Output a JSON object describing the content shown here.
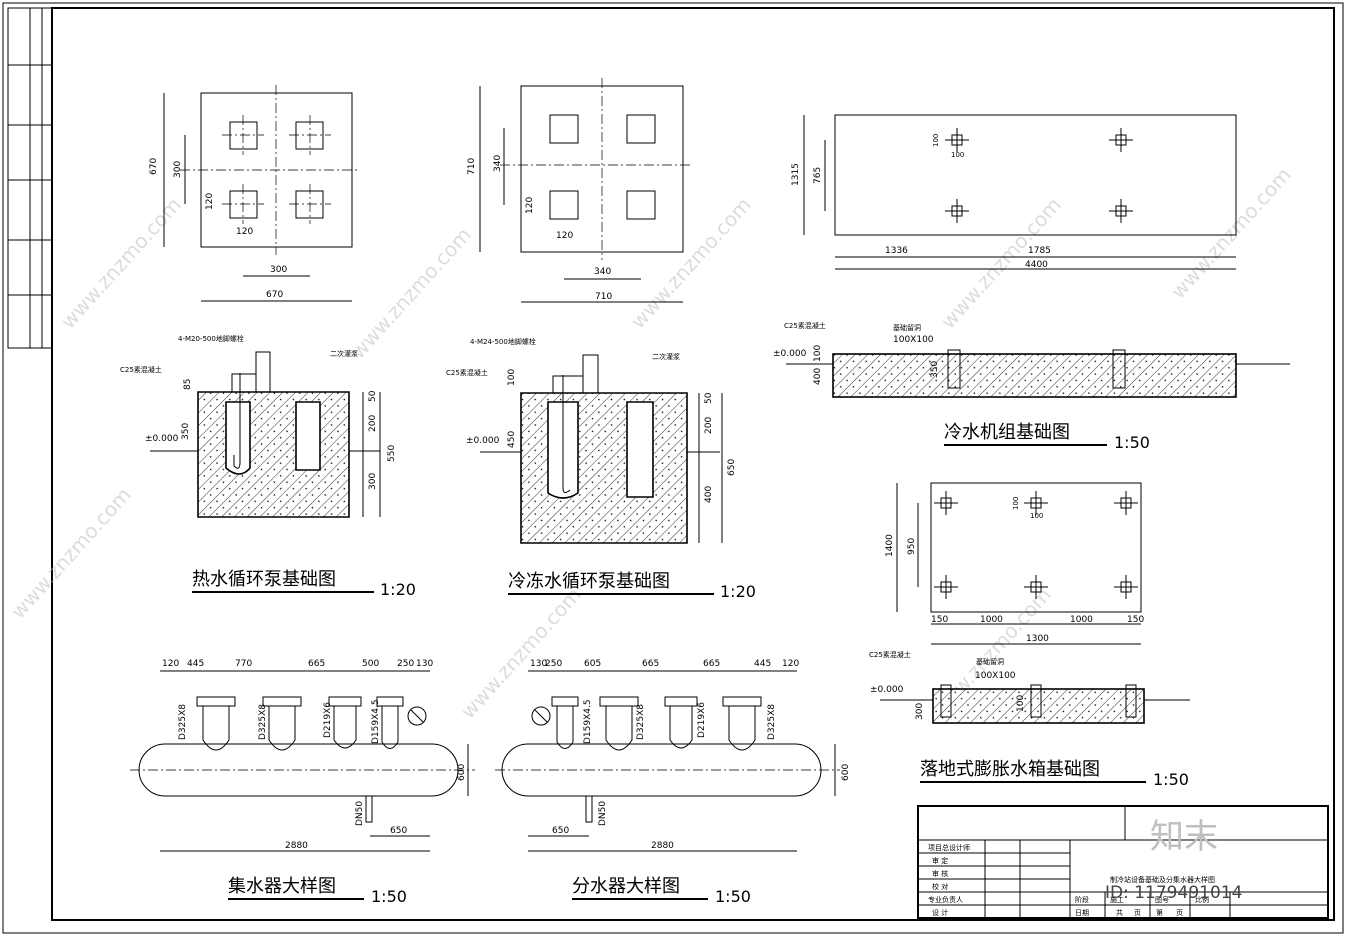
{
  "sheet": {
    "title_block": {
      "rows": [
        "项目总设计师",
        "审  定",
        "审  核",
        "校  对",
        "专业负责人",
        "设  计"
      ],
      "drawing_name": "制冷站设备基础及分集水器大样图",
      "labels": [
        "阶段",
        "施工",
        "图号",
        "比例",
        "日期",
        "共",
        "页",
        "第",
        "页"
      ]
    },
    "watermark": {
      "brand": "知末",
      "site": "www.znzmo.com",
      "id": "ID: 1179491014"
    }
  },
  "drawings": {
    "hot_pump_plan": {
      "w": "670",
      "h": "670",
      "inner": "300",
      "bolt": "120"
    },
    "chw_pump_plan": {
      "w": "710",
      "h": "710",
      "inner": "340",
      "bolt": "120"
    },
    "chiller_plan": {
      "w": "4400",
      "h": "1315",
      "inner_h": "765",
      "left": "1336",
      "mid": "1785",
      "bolt": "100",
      "bolt2": "100"
    },
    "hot_pump_section": {
      "title": "热水循环泵基础图",
      "scale": "1:20",
      "bolt_note": "4-M20-500地脚螺栓",
      "concrete": "C25素混凝土",
      "grout": "二次灌浆",
      "ground": "±0.000",
      "d1": "85",
      "d2": "350",
      "d3": "50",
      "d4": "200",
      "d5": "300",
      "d6": "550"
    },
    "chw_pump_section": {
      "title": "冷冻水循环泵基础图",
      "scale": "1:20",
      "bolt_note": "4-M24-500地脚螺栓",
      "concrete": "C25素混凝土",
      "grout": "二次灌浆",
      "ground": "±0.000",
      "d1": "100",
      "d2": "450",
      "d3": "50",
      "d4": "200",
      "d5": "400",
      "d6": "650"
    },
    "chiller_section": {
      "title": "冷水机组基础图",
      "scale": "1:50",
      "concrete": "C25素混凝土",
      "hole": "基础留洞",
      "hole_size": "100X100",
      "ground": "±0.000",
      "d1": "100",
      "d2": "400",
      "d3": "350"
    },
    "tank_plan": {
      "w": "1300",
      "h": "1400",
      "inner_h": "950",
      "edge": "150",
      "span": "1000",
      "span2": "1000",
      "edge2": "150",
      "bolt": "100",
      "bolt2": "100"
    },
    "tank_section": {
      "title": "落地式膨胀水箱基础图",
      "scale": "1:50",
      "concrete": "C25素混凝土",
      "hole": "基础留洞",
      "hole_size": "100X100",
      "ground": "±0.000",
      "d1": "300",
      "d2": "100"
    },
    "collector": {
      "title": "集水器大样图",
      "scale": "1:50",
      "top_dims": [
        "120",
        "445",
        "770",
        "665",
        "500",
        "250",
        "130"
      ],
      "pipes": [
        "D325X8",
        "D325X8",
        "D219X6",
        "D159X4.5"
      ],
      "drain": "DN50",
      "length": "2880",
      "drain_pos": "650",
      "height": "600"
    },
    "distributor": {
      "title": "分水器大样图",
      "scale": "1:50",
      "top_dims": [
        "130",
        "250",
        "605",
        "665",
        "665",
        "445",
        "120"
      ],
      "pipes": [
        "D159X4.5",
        "D325X8",
        "D219X6",
        "D325X8"
      ],
      "drain": "DN50",
      "length": "2880",
      "drain_pos": "650",
      "height": "600"
    }
  }
}
